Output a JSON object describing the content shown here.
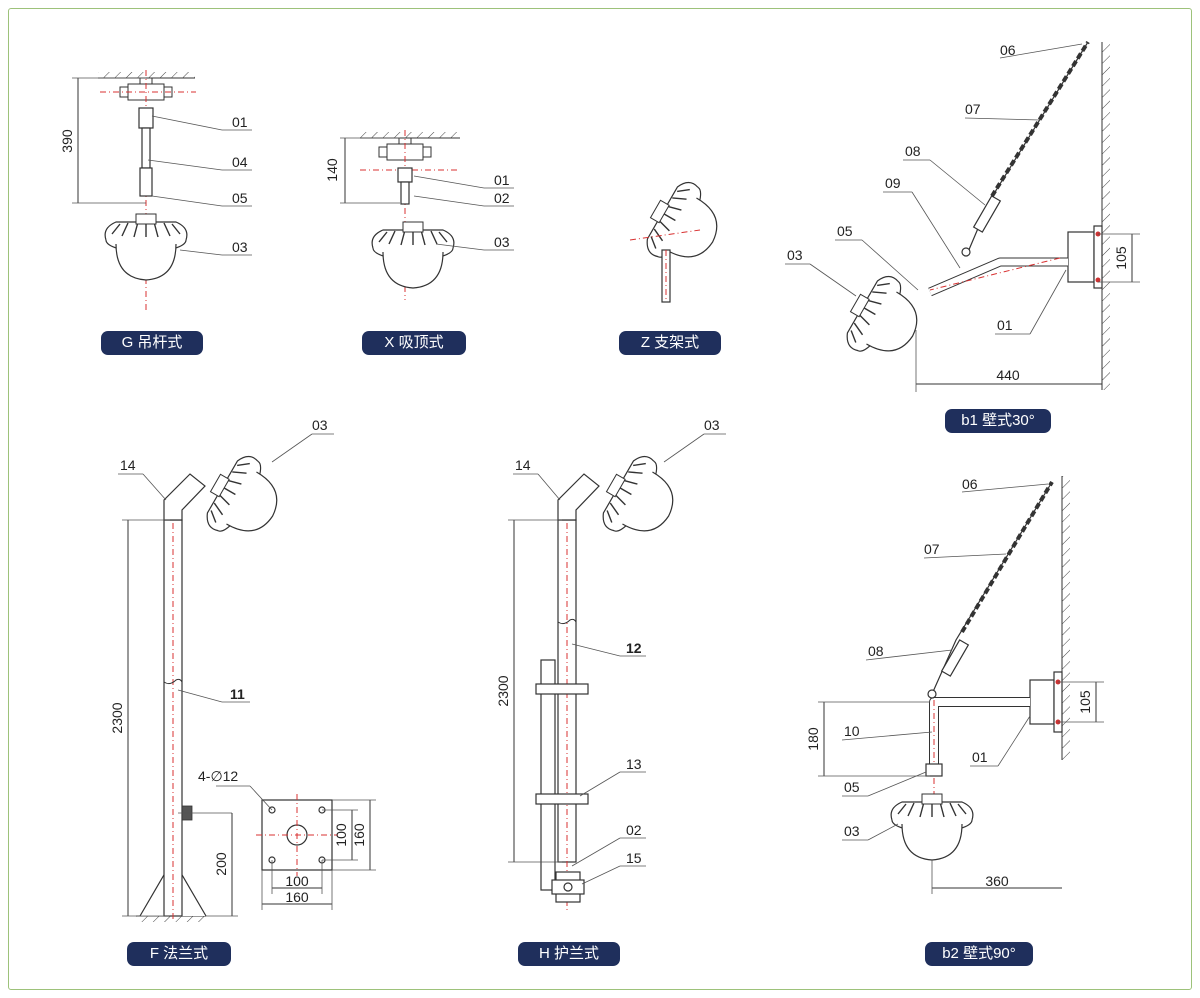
{
  "captions": {
    "g": "G 吊杆式",
    "x": "X 吸顶式",
    "z": "Z 支架式",
    "b1": "b1 壁式30°",
    "f": "F 法兰式",
    "h": "H 护兰式",
    "b2": "b2 壁式90°"
  },
  "g": {
    "dim_height": "390",
    "parts": [
      "01",
      "04",
      "05",
      "03"
    ]
  },
  "x": {
    "dim_height": "140",
    "parts": [
      "01",
      "02",
      "03"
    ]
  },
  "b1": {
    "dim_width": "440",
    "dim_flange": "105",
    "parts": [
      "06",
      "07",
      "08",
      "09",
      "05",
      "03",
      "01"
    ]
  },
  "f": {
    "dim_height": "2300",
    "dim_base": "200",
    "hole_spec": "4-∅12",
    "dim_inner": "100",
    "dim_outer": "160",
    "dim_inner_w": "100",
    "dim_outer_w": "160",
    "parts": [
      "14",
      "03",
      "11"
    ]
  },
  "h": {
    "dim_height": "2300",
    "parts": [
      "14",
      "03",
      "12",
      "13",
      "02",
      "15"
    ]
  },
  "b2": {
    "dim_width": "360",
    "dim_drop": "180",
    "dim_flange": "105",
    "parts": [
      "06",
      "07",
      "08",
      "10",
      "01",
      "05",
      "03"
    ]
  }
}
